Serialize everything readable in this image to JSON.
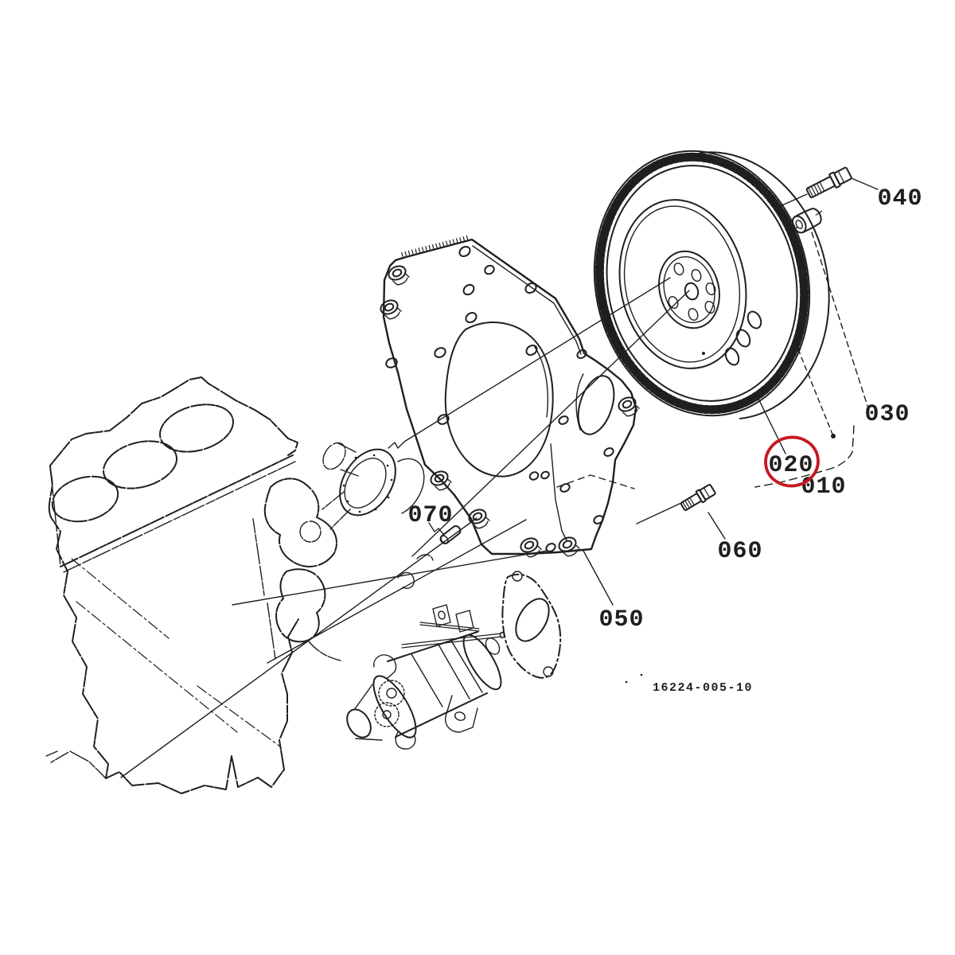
{
  "diagram": {
    "drawing_number": "16224-005-10",
    "part_labels": {
      "p010": "010",
      "p020": "020",
      "p030": "030",
      "p040": "040",
      "p050": "050",
      "p060": "060",
      "p070": "070"
    },
    "highlighted_part": "020",
    "colors": {
      "ink": "#1f1f1f",
      "highlight": "#c5181f",
      "background": "#ffffff"
    }
  }
}
